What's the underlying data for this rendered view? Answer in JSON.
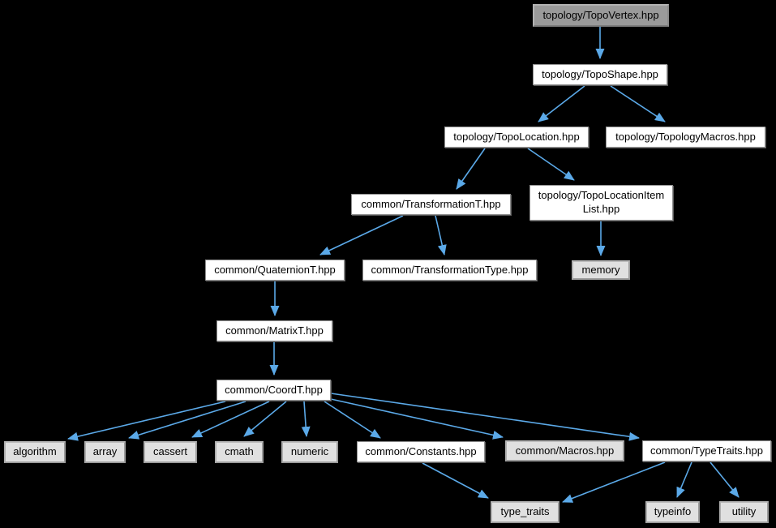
{
  "diagram": {
    "type": "include-dependency-graph",
    "colors": {
      "background": "#000000",
      "edge": "#5ba9e8",
      "node_white": "#ffffff",
      "node_gray": "#e0e0e0",
      "node_active": "#9a9a9a",
      "text": "#000000"
    },
    "nodes": [
      {
        "id": "topo-vertex",
        "label": "topology/TopoVertex.hpp",
        "style": "active"
      },
      {
        "id": "topo-shape",
        "label": "topology/TopoShape.hpp",
        "style": "white"
      },
      {
        "id": "topo-location",
        "label": "topology/TopoLocation.hpp",
        "style": "white"
      },
      {
        "id": "topology-macros",
        "label": "topology/TopologyMacros.hpp",
        "style": "white"
      },
      {
        "id": "transformation-t",
        "label": "common/TransformationT.hpp",
        "style": "white"
      },
      {
        "id": "topo-location-item-list",
        "label": "topology/TopoLocationItem\nList.hpp",
        "style": "white"
      },
      {
        "id": "quaternion-t",
        "label": "common/QuaternionT.hpp",
        "style": "white"
      },
      {
        "id": "transformation-type",
        "label": "common/TransformationType.hpp",
        "style": "white"
      },
      {
        "id": "memory",
        "label": "memory",
        "style": "gray"
      },
      {
        "id": "matrix-t",
        "label": "common/MatrixT.hpp",
        "style": "white"
      },
      {
        "id": "coord-t",
        "label": "common/CoordT.hpp",
        "style": "white"
      },
      {
        "id": "algorithm",
        "label": "algorithm",
        "style": "gray"
      },
      {
        "id": "array",
        "label": "array",
        "style": "gray"
      },
      {
        "id": "cassert",
        "label": "cassert",
        "style": "gray"
      },
      {
        "id": "cmath",
        "label": "cmath",
        "style": "gray"
      },
      {
        "id": "numeric",
        "label": "numeric",
        "style": "gray"
      },
      {
        "id": "constants",
        "label": "common/Constants.hpp",
        "style": "white"
      },
      {
        "id": "macros",
        "label": "common/Macros.hpp",
        "style": "gray"
      },
      {
        "id": "type-traits-hpp",
        "label": "common/TypeTraits.hpp",
        "style": "white"
      },
      {
        "id": "type_traits",
        "label": "type_traits",
        "style": "gray"
      },
      {
        "id": "typeinfo",
        "label": "typeinfo",
        "style": "gray"
      },
      {
        "id": "utility",
        "label": "utility",
        "style": "gray"
      }
    ],
    "edges": [
      {
        "from": "topo-vertex",
        "to": "topo-shape"
      },
      {
        "from": "topo-shape",
        "to": "topo-location"
      },
      {
        "from": "topo-shape",
        "to": "topology-macros"
      },
      {
        "from": "topo-location",
        "to": "transformation-t"
      },
      {
        "from": "topo-location",
        "to": "topo-location-item-list"
      },
      {
        "from": "topo-location-item-list",
        "to": "memory"
      },
      {
        "from": "transformation-t",
        "to": "quaternion-t"
      },
      {
        "from": "transformation-t",
        "to": "transformation-type"
      },
      {
        "from": "quaternion-t",
        "to": "matrix-t"
      },
      {
        "from": "matrix-t",
        "to": "coord-t"
      },
      {
        "from": "coord-t",
        "to": "algorithm"
      },
      {
        "from": "coord-t",
        "to": "array"
      },
      {
        "from": "coord-t",
        "to": "cassert"
      },
      {
        "from": "coord-t",
        "to": "cmath"
      },
      {
        "from": "coord-t",
        "to": "numeric"
      },
      {
        "from": "coord-t",
        "to": "constants"
      },
      {
        "from": "coord-t",
        "to": "macros"
      },
      {
        "from": "coord-t",
        "to": "type-traits-hpp"
      },
      {
        "from": "constants",
        "to": "type_traits"
      },
      {
        "from": "type-traits-hpp",
        "to": "type_traits"
      },
      {
        "from": "type-traits-hpp",
        "to": "typeinfo"
      },
      {
        "from": "type-traits-hpp",
        "to": "utility"
      }
    ]
  }
}
